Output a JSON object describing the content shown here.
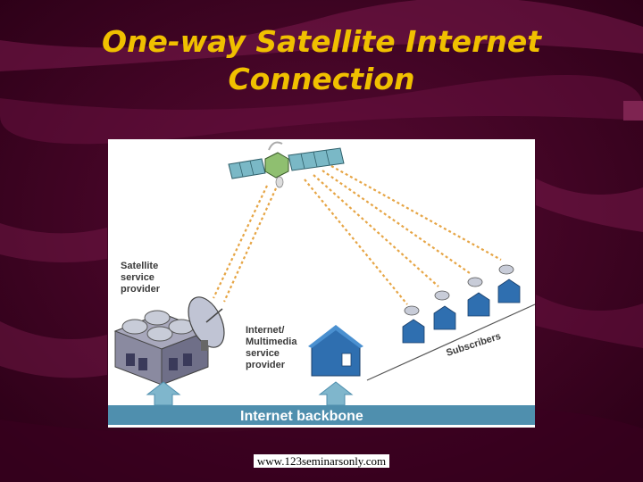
{
  "slide": {
    "title_line1": "One-way Satellite Internet",
    "title_line2": "Connection",
    "footer": "www.123seminarsonly.com"
  },
  "diagram": {
    "satellite_provider_lines": [
      "Satellite",
      "service",
      "provider"
    ],
    "isp_lines": [
      "Internet/",
      "Multimedia",
      "service",
      "provider"
    ],
    "subscribers": "Subscribers",
    "backbone": "Internet backbone"
  },
  "colors": {
    "background": "#4a0028",
    "title": "#f0c000",
    "backbone_bar": "#4f8fae",
    "house": "#2f6fb0",
    "beam": "#e0a040"
  }
}
